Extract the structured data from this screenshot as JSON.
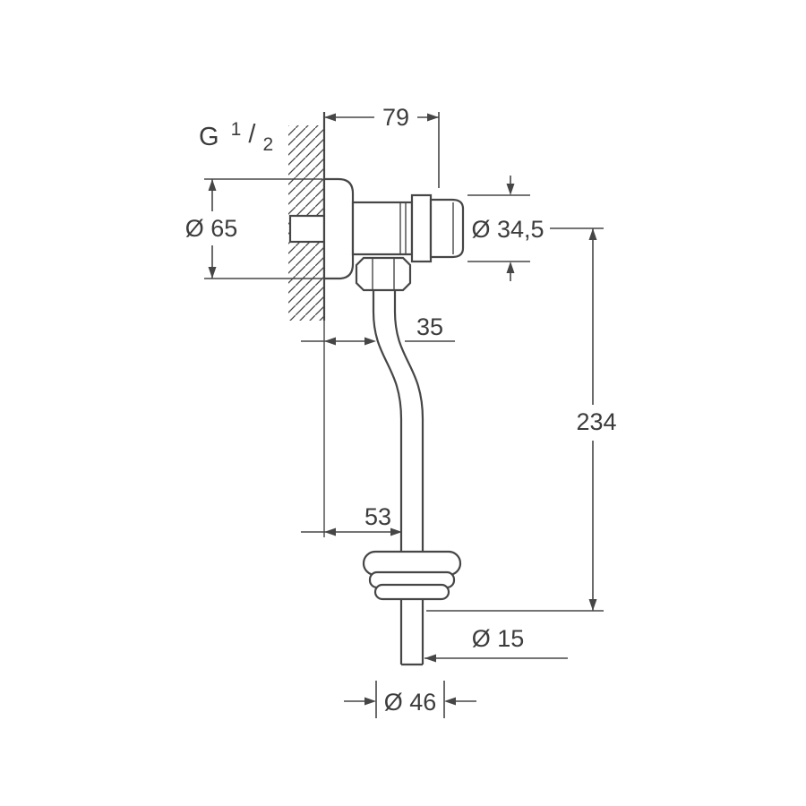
{
  "drawing": {
    "background_color": "#ffffff",
    "line_color": "#464646",
    "text_color": "#3c3c3c",
    "labels": {
      "thread_prefix": "G",
      "thread_numerator": "1",
      "thread_slash": "/",
      "thread_denominator": "2",
      "flange_diameter": "Ø 65",
      "mounting_depth": "79",
      "button_diameter": "Ø 34,5",
      "upper_pipe_offset": "35",
      "overall_height": "234",
      "lower_pipe_offset": "53",
      "outlet_diameter": "Ø 15",
      "connector_diameter": "Ø 46"
    }
  }
}
